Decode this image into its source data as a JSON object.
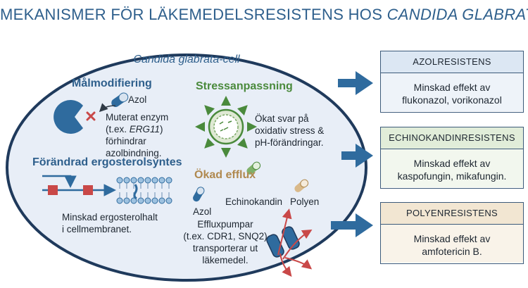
{
  "title": {
    "prefix": "MEKANISMER FÖR LÄKEMEDELSRESISTENS HOS ",
    "italic": "CANDIDA GLABRATA"
  },
  "cell": {
    "label": "Candida glabrata-cell"
  },
  "target_mod": {
    "heading": "Målmodifiering",
    "azol": "Azol",
    "desc": [
      "Muterat enzym",
      "(t.ex. ",
      "ERG11",
      ") förhindrar",
      "azolbindning."
    ]
  },
  "stress": {
    "heading": "Stressanpassning",
    "desc": [
      "Ökat svar på",
      "oxidativ stress &",
      "pH-förändringar."
    ]
  },
  "ergosterol": {
    "heading": "Förändrad ergosterolsyntes",
    "desc": [
      "Minskad ergosterolhalt",
      "i cellmembranet."
    ]
  },
  "efflux": {
    "heading": "Ökad efflux",
    "azol": "Azol",
    "echinocandin": "Echinokandin",
    "polyene": "Polyen",
    "desc": [
      "Effluxpumpar",
      "(t.ex. CDR1, SNQ2)",
      "transporterar ut",
      "läkemedel."
    ]
  },
  "boxes": [
    {
      "header": "AZOLRESISTENS",
      "body": [
        "Minskad effekt av",
        "flukonazol, vorikonazol"
      ],
      "header_color": "#dce7f3",
      "body_color": "#eef3f9"
    },
    {
      "header": "ECHINOKANDINRESISTENS",
      "body": [
        "Minskad effekt av",
        "kaspofungin, mikafungin."
      ],
      "header_color": "#e1edd9",
      "body_color": "#f2f7ee"
    },
    {
      "header": "POLYENRESISTENS",
      "body": [
        "Minskad effekt av",
        "amfotericin B."
      ],
      "header_color": "#f2e6d2",
      "body_color": "#f9f3e9"
    }
  ],
  "colors": {
    "cell_fill": "#e8eef7",
    "cell_stroke": "#1f3a5c",
    "arrow": "#2f6b9e",
    "red": "#c94848",
    "blue": "#2f6b9e"
  }
}
